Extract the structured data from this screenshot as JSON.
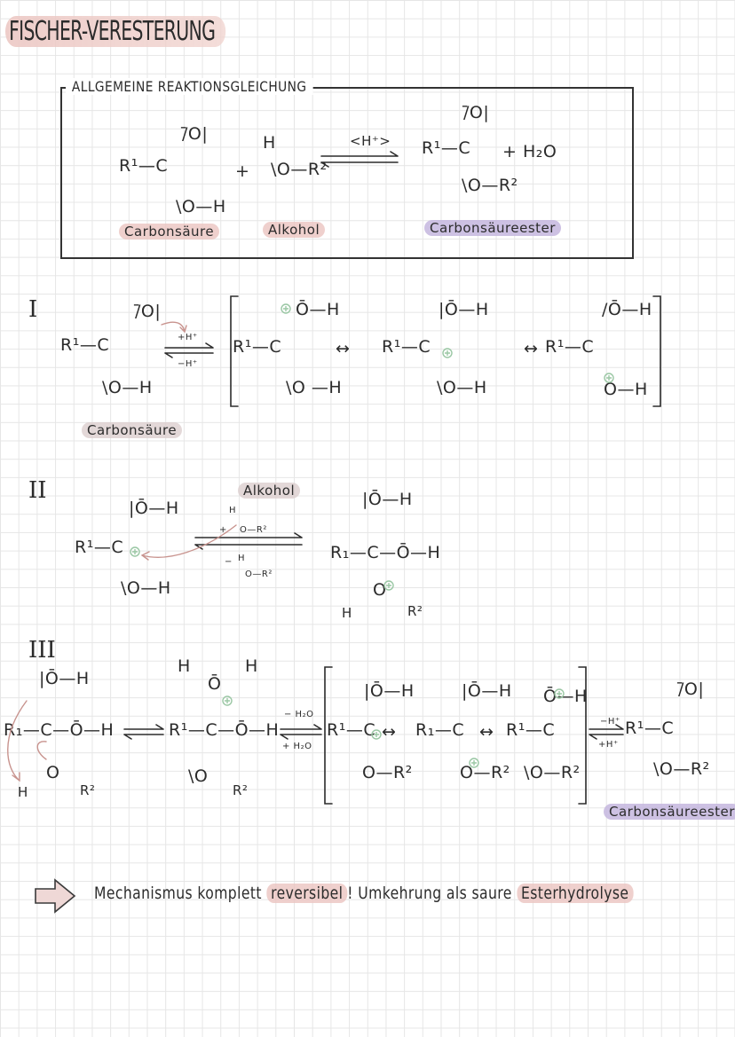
{
  "title": "FISCHER-VERESTERUNG",
  "general": {
    "heading": "ALLGEMEINE REAKTIONSGLEICHUNG",
    "acid_o": "/̄O|",
    "acid_c": "R¹—C",
    "acid_oh": "\\O—H",
    "plus": "+",
    "alcohol_h": "H",
    "alcohol": "\\O—R²",
    "catalyst": "<H⁺>",
    "ester_o": "/̄O|",
    "ester_c": "R¹—C",
    "water": "+ H₂O",
    "ester_or": "\\O—R²",
    "label_acid": "Carbonsäure",
    "label_alcohol": "Alkohol",
    "label_ester": "Carbonsäureester"
  },
  "step1": {
    "numeral": "I",
    "acid_o": "/̄O|",
    "acid_c": "R¹—C",
    "acid_oh": "\\O—H",
    "arrow_top": "+H⁺",
    "arrow_bottom": "−H⁺",
    "r1_oh": "Ō—H",
    "r1_c": "R¹—C",
    "r1_oh2": "\\O —H",
    "res": "↔",
    "r2_oh": "|Ō—H",
    "r2_c": "R¹—C",
    "r2_oh2": "\\O—H",
    "r3_oh": "/Ō—H",
    "r3_c": "R¹—C",
    "r3_oh2": "O—H",
    "label_acid": "Carbonsäure"
  },
  "step2": {
    "numeral": "II",
    "oh_top": "|Ō—H",
    "c": "R¹—C",
    "oh_bottom": "\\O—H",
    "label_alcohol": "Alkohol",
    "arrow_plus": "+",
    "arrow_h": "H",
    "arrow_or": "O—R²",
    "arrow_minus": "−",
    "arrow_h2": "H",
    "arrow_or2": "O—R²",
    "prod_oh": "|Ō—H",
    "prod_c": "R₁—C—Ō—H",
    "prod_o": "O",
    "prod_h": "H",
    "prod_r": "R²"
  },
  "step3": {
    "numeral": "III",
    "m1_oh": "|Ō—H",
    "m1_c": "R₁—C—Ō—H",
    "m1_o": "O",
    "m1_h": "H",
    "m1_r": "R²",
    "m2_h": "H",
    "m2_o": "Ō",
    "m2_h2": "H",
    "m2_c": "R¹—C—Ō—H",
    "m2_o2": "\\O",
    "m2_r": "R²",
    "arrow_top": "− H₂O",
    "arrow_bottom": "+ H₂O",
    "r1_oh": "|Ō—H",
    "r1_c": "R¹—C",
    "r1_or": "O—R²",
    "r2_oh": "|Ō—H",
    "r2_c": "R₁—C",
    "r2_or": "O—R²",
    "r3_oh": "Ō—H",
    "r3_c": "R¹—C",
    "r3_or": "\\O—R²",
    "arrow2_top": "−H⁺",
    "arrow2_bottom": "+H⁺",
    "ester_o": "/̄O|",
    "ester_c": "R¹—C",
    "ester_or": "\\O—R²",
    "label_ester": "Carbonsäureester"
  },
  "footer": {
    "t1": "Mechanismus komplett",
    "t2": "reversibel",
    "t3": "! Umkehrung als saure",
    "t4": "Esterhydrolyse"
  }
}
